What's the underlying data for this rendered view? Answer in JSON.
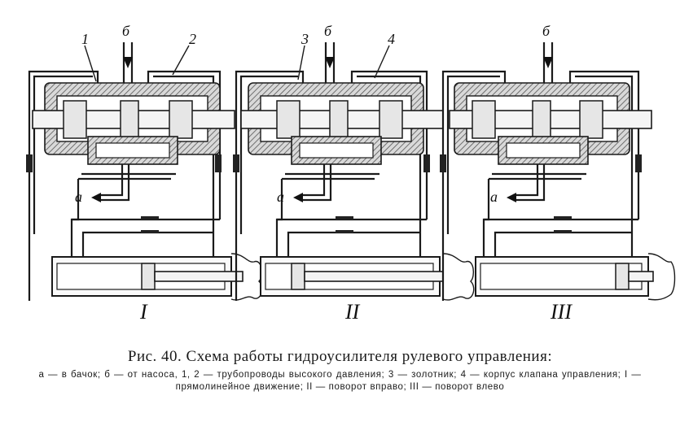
{
  "labels": {
    "line1": "1",
    "line2": "2",
    "spool3": "3",
    "body4": "4",
    "pump": "б",
    "tank": "а",
    "mode1": "I",
    "mode2": "II",
    "mode3": "III"
  },
  "caption": {
    "title": "Рис. 40. Схема работы гидроусилителя рулевого управления:",
    "legend": "а — в бачок; б — от насоса, 1, 2 — трубопроводы высокого давления; 3 — золотник; 4 — корпус клапана управления; I — прямолинейное движение; II — поворот вправо; III — поворот влево"
  }
}
